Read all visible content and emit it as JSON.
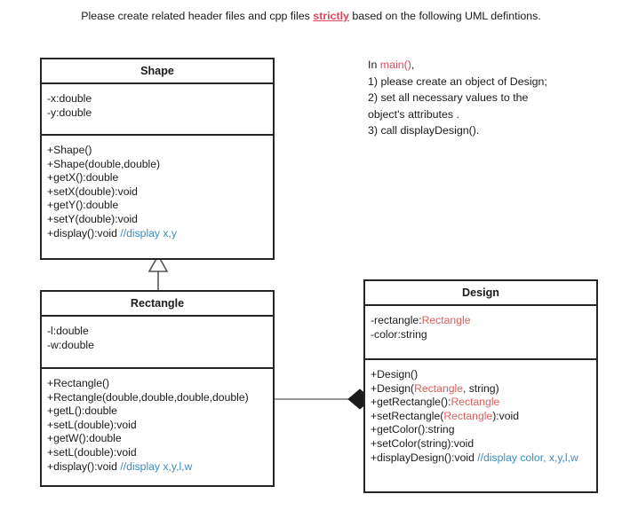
{
  "prompt": {
    "before": "Please create related header files and cpp files ",
    "emphasis": "strictly",
    "after": " based on the following UML defintions."
  },
  "colors": {
    "type_reference_red": "#e05c5c",
    "emphasis_red": "#e0455a",
    "comment_blue": "#3d8bbf",
    "border": "#262626",
    "background": "#ffffff"
  },
  "classes": {
    "shape": {
      "name": "Shape",
      "attributes": [
        {
          "text": "-x:double"
        },
        {
          "text": "-y:double"
        }
      ],
      "operations": [
        {
          "text": "+Shape()"
        },
        {
          "text": "+Shape(double,double)"
        },
        {
          "text": "+getX():double"
        },
        {
          "text": "+setX(double):void"
        },
        {
          "text": "+getY():double"
        },
        {
          "text": "+setY(double):void"
        },
        {
          "text": "+display():void ",
          "comment": "//display x,y"
        }
      ]
    },
    "rectangle": {
      "name": "Rectangle",
      "attributes": [
        {
          "text": "-l:double"
        },
        {
          "text": "-w:double"
        }
      ],
      "operations": [
        {
          "text": "+Rectangle()"
        },
        {
          "text": "+Rectangle(double,double,double,double)"
        },
        {
          "text": "+getL():double"
        },
        {
          "text": "+setL(double):void"
        },
        {
          "text": "+getW():double"
        },
        {
          "text": "+setL(double):void"
        },
        {
          "text": "+display():void ",
          "comment": "//display x,y,l,w"
        }
      ]
    },
    "design": {
      "name": "Design",
      "attributes": [
        {
          "pre": "-rectangle:",
          "ref": "Rectangle",
          "post": ""
        },
        {
          "pre": "-color:string",
          "ref": "",
          "post": ""
        }
      ],
      "operations": [
        {
          "pre": "+Design()",
          "ref": "",
          "post": "",
          "comment": ""
        },
        {
          "pre": "+Design(",
          "ref": "Rectangle",
          "post": ", string)",
          "comment": ""
        },
        {
          "pre": "+getRectangle():",
          "ref": "Rectangle",
          "post": "",
          "comment": ""
        },
        {
          "pre": "+setRectangle(",
          "ref": "Rectangle",
          "post": "):void",
          "comment": ""
        },
        {
          "pre": "+getColor():string",
          "ref": "",
          "post": "",
          "comment": ""
        },
        {
          "pre": "+setColor(string):void",
          "ref": "",
          "post": "",
          "comment": ""
        },
        {
          "pre": "+displayDesign():void ",
          "ref": "",
          "post": "",
          "comment": "//display color, x,y,l,w"
        }
      ]
    }
  },
  "main_instructions": {
    "lead_before": "In ",
    "lead_keyword": "main()",
    "lead_after": ",",
    "steps": [
      "1) please create an object of Design;",
      "2) set all necessary values to the",
      "object's attributes .",
      "3) call displayDesign()."
    ]
  },
  "relationships": [
    {
      "name": "generalization",
      "from": "Rectangle",
      "to": "Shape",
      "marker": "hollow-triangle"
    },
    {
      "name": "composition",
      "from": "Design",
      "to": "Rectangle",
      "marker": "filled-diamond"
    }
  ]
}
